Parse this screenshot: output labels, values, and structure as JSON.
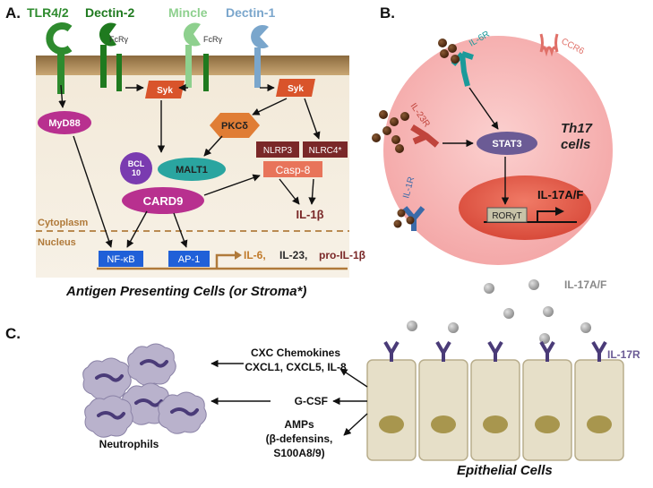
{
  "panels": {
    "a": "A.",
    "b": "B.",
    "c": "C."
  },
  "panel_a": {
    "receptors": {
      "tlr": "TLR4/2",
      "dectin2": "Dectin-2",
      "mincle": "Mincle",
      "dectin1": "Dectin-1",
      "fcr_1": "FcRγ",
      "fcr_2": "FcRγ"
    },
    "syk_1": "Syk",
    "syk_2": "Syk",
    "myd88": "MyD88",
    "pkc": "PKCδ",
    "nlrp3": "NLRP3",
    "nlrc4": "NLRC4*",
    "casp8": "Casp-8",
    "bcl10_line1": "BCL",
    "bcl10_line2": "10",
    "malt1": "MALT1",
    "card9": "CARD9",
    "il1b": "IL-1β",
    "cytoplasm": "Cytoplasm",
    "nucleus": "Nucleus",
    "nfkb": "NF-κB",
    "ap1": "AP-1",
    "genes": {
      "il6": "IL-6,",
      "il23": "IL-23,",
      "proil1b": "pro-IL-1β"
    },
    "caption": "Antigen Presenting Cells (or Stroma*)"
  },
  "panel_b": {
    "il6r": "IL-6R",
    "ccr6": "CCR6",
    "il23r": "IL-23R",
    "il1r": "IL-1R",
    "stat3": "STAT3",
    "th17_line1": "Th17",
    "th17_line2": "cells",
    "il17af": "IL-17A/F",
    "rorgt": "RORγT"
  },
  "panel_c": {
    "il17af": "IL-17A/F",
    "il17r": "IL-17R",
    "chemokines_line1": "CXC Chemokines",
    "chemokines_line2": "CXCL1, CXCL5, IL-8",
    "gcsf": "G-CSF",
    "amps_line1": "AMPs",
    "amps_line2": "(β-defensins,",
    "amps_line3": "S100A8/9)",
    "neutrophils": "Neutrophils",
    "epithelial": "Epithelial Cells"
  },
  "colors": {
    "tlr": "#2e8b2e",
    "dectin2": "#1f7a1f",
    "mincle": "#8ed08e",
    "dectin1": "#7aa6cc",
    "syk": "#d9542b",
    "myd88": "#b8308f",
    "pkc": "#e07d35",
    "nlr": "#7a2828",
    "casp8": "#e8745a",
    "bcl10": "#7a3bb0",
    "malt1": "#2aa5a0",
    "card9": "#b8308f",
    "nfkb": "#2060d8",
    "th17_cell": "#f7b4b4",
    "nucleus_b": "#e85f4c",
    "stat3": "#6b5b95",
    "ligand": "#5a2e14",
    "il17": "#9a9a9a",
    "il17r": "#4a3b78",
    "epithelium": "#e6dfc8",
    "neutrophil": "#b9b2cc"
  }
}
